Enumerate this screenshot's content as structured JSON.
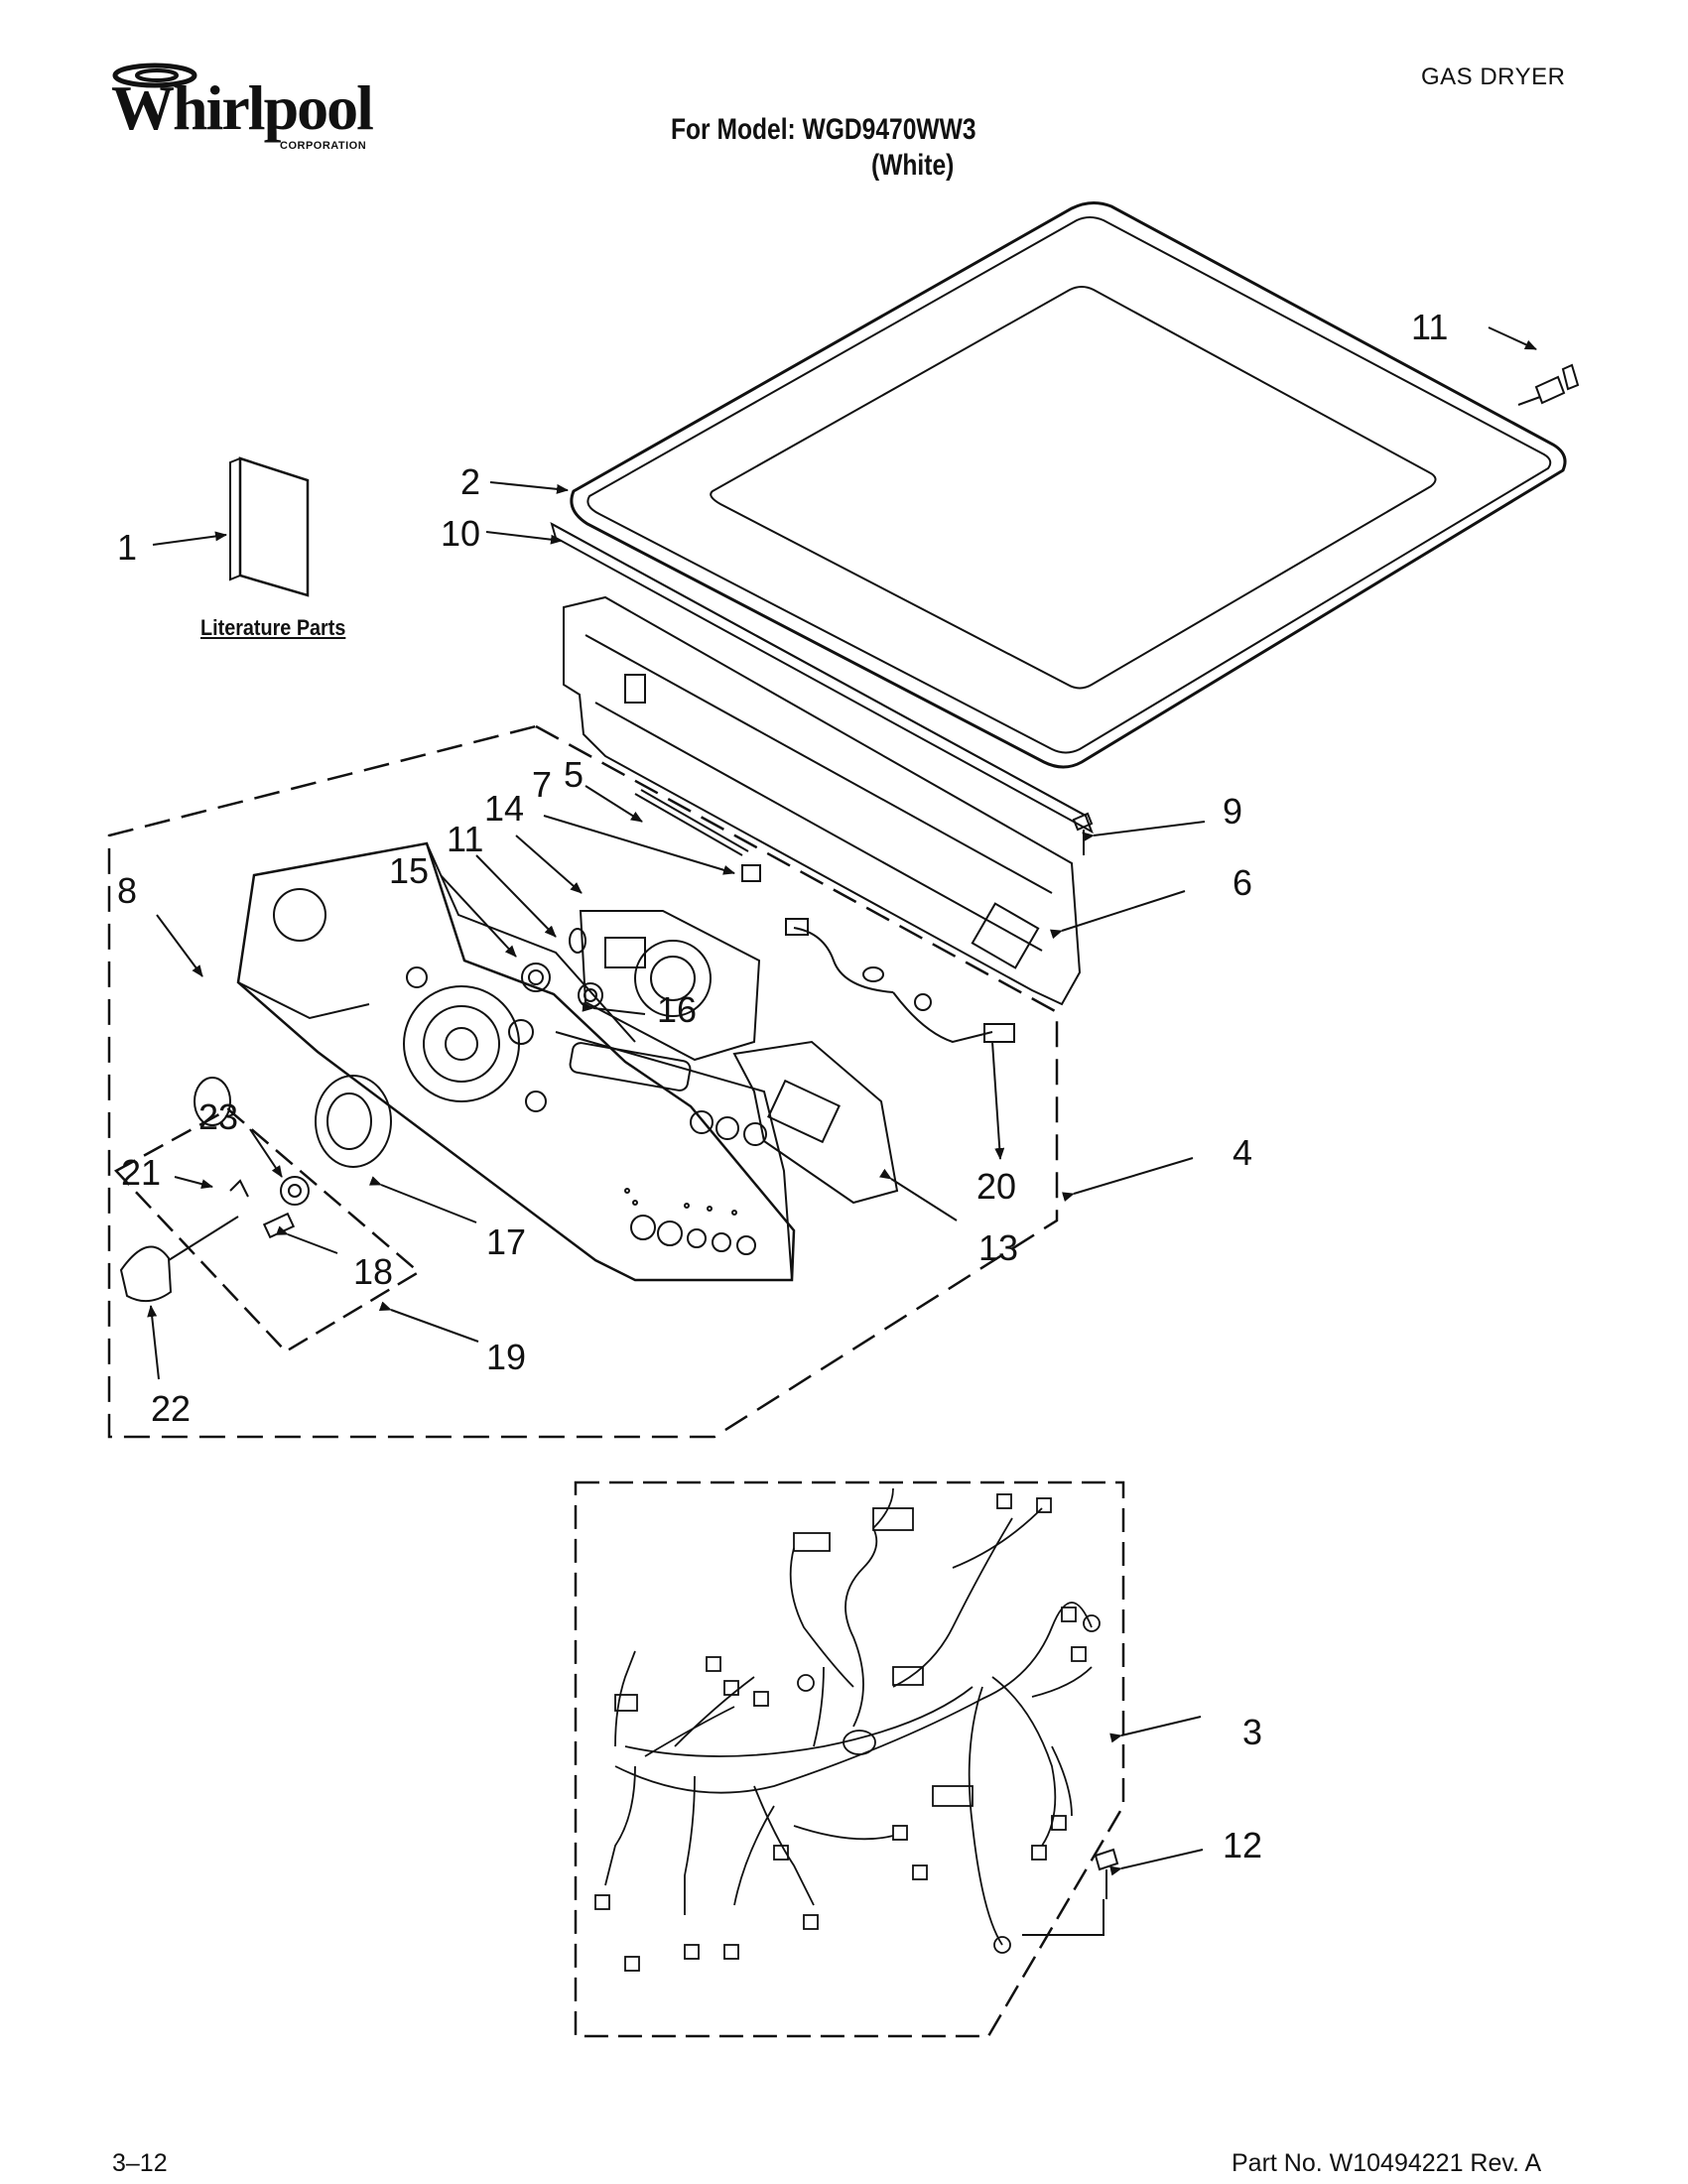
{
  "header": {
    "brand": "Whirlpool",
    "brand_sub": "CORPORATION",
    "doc_type": "GAS DRYER",
    "model_line": "For Model: WGD9470WW3",
    "color_line": "(White)"
  },
  "literature_label": "Literature Parts",
  "callouts": [
    "1",
    "2",
    "3",
    "4",
    "5",
    "6",
    "7",
    "8",
    "9",
    "10",
    "11",
    "11",
    "12",
    "13",
    "14",
    "15",
    "16",
    "17",
    "18",
    "19",
    "20",
    "21",
    "22",
    "23"
  ],
  "footer": {
    "page_number": "3–12",
    "part_number": "Part No. W10494221 Rev. A"
  }
}
